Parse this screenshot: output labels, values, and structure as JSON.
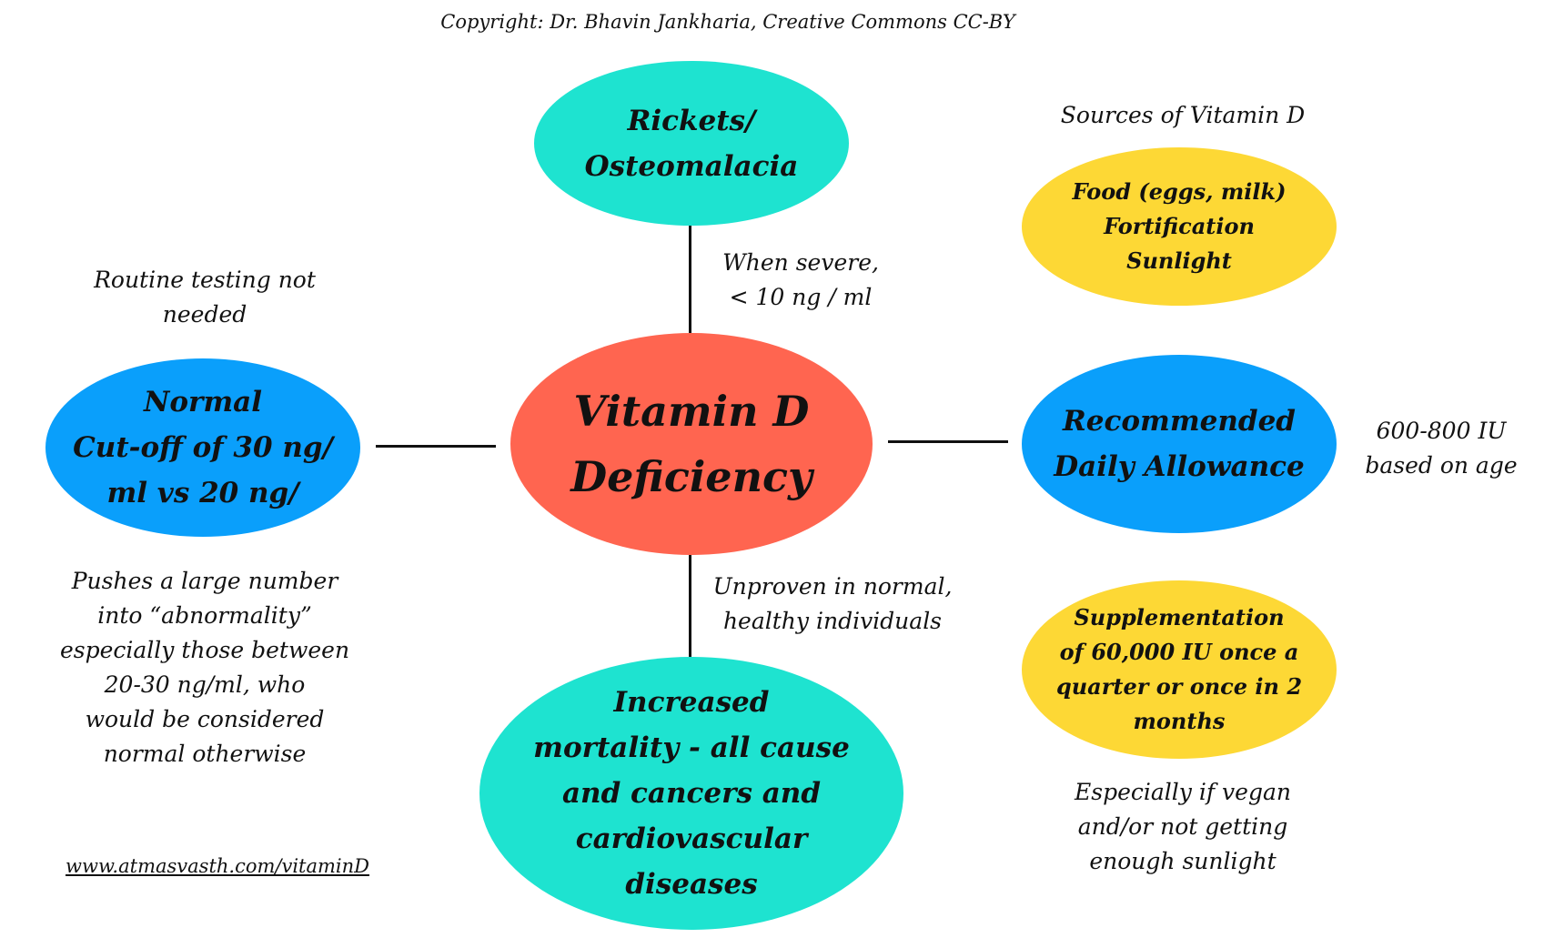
{
  "copyright": "Copyright: Dr. Bhavin Jankharia, Creative Commons CC-BY",
  "center": {
    "title": "Vitamin D\nDeficiency",
    "color": "#FF6550"
  },
  "nodes": {
    "rickets": {
      "label": "Rickets/\nOsteomalacia",
      "color": "#1EE3D0"
    },
    "normal": {
      "label": "Normal\nCut-off of 30 ng/\nml vs 20 ng/",
      "color": "#0A9FFB"
    },
    "rda": {
      "label": "Recommended\nDaily Allowance",
      "color": "#0A9FFB"
    },
    "mortality": {
      "label": "Increased\nmortality - all cause\nand cancers and\ncardiovascular\ndiseases",
      "color": "#1EE3D0"
    },
    "sources": {
      "label": "Food (eggs, milk)\nFortification\nSunlight",
      "color": "#FDD835"
    },
    "supplementation": {
      "label": "Supplementation\nof 60,000 IU once a\nquarter or once in 2\nmonths",
      "color": "#FDD835"
    }
  },
  "notes": {
    "severe": "When severe,\n< 10 ng / ml",
    "routine_testing": "Routine testing not\nneeded",
    "pushes": "Pushes a large number\ninto “abnormality”\nespecially those between\n20-30 ng/ml, who\nwould be considered\nnormal otherwise",
    "unproven": "Unproven in normal,\nhealthy individuals",
    "sources_title": "Sources of Vitamin D",
    "rda_value": "600-800 IU\nbased on age",
    "vegan": "Especially if vegan\nand/or not getting\nenough sunlight"
  },
  "url": "www.atmasvasth.com/vitaminD"
}
